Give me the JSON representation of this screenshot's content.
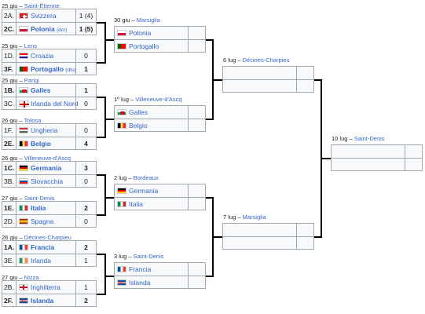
{
  "r16": [
    {
      "date": "25 giu",
      "venue": "Saint-Étienne",
      "teams": [
        {
          "seed": "2A.",
          "name": "Svizzera",
          "flag": "ch",
          "score": "1 (4)",
          "win": false,
          "note": ""
        },
        {
          "seed": "2C.",
          "name": "Polonia",
          "flag": "pl",
          "score": "1 (5)",
          "win": true,
          "note": "(dcr)"
        }
      ]
    },
    {
      "date": "25 giu",
      "venue": "Lens",
      "teams": [
        {
          "seed": "1D.",
          "name": "Croazia",
          "flag": "hr",
          "score": "0",
          "win": false,
          "note": ""
        },
        {
          "seed": "3F.",
          "name": "Portogallo",
          "flag": "pt",
          "score": "1",
          "win": true,
          "note": "(dts)"
        }
      ]
    },
    {
      "date": "25 giu",
      "venue": "Parigi",
      "teams": [
        {
          "seed": "1B.",
          "name": "Galles",
          "flag": "wls",
          "score": "1",
          "win": true,
          "note": ""
        },
        {
          "seed": "3C.",
          "name": "Irlanda del Nord",
          "flag": "nir",
          "score": "0",
          "win": false,
          "note": ""
        }
      ]
    },
    {
      "date": "26 giu",
      "venue": "Tolosa",
      "teams": [
        {
          "seed": "1F.",
          "name": "Ungheria",
          "flag": "hu",
          "score": "0",
          "win": false,
          "note": ""
        },
        {
          "seed": "2E.",
          "name": "Belgio",
          "flag": "be",
          "score": "4",
          "win": true,
          "note": ""
        }
      ]
    },
    {
      "date": "26 giu",
      "venue": "Villeneuve-d'Ascq",
      "teams": [
        {
          "seed": "1C.",
          "name": "Germania",
          "flag": "de",
          "score": "3",
          "win": true,
          "note": ""
        },
        {
          "seed": "3B.",
          "name": "Slovacchia",
          "flag": "sk",
          "score": "0",
          "win": false,
          "note": ""
        }
      ]
    },
    {
      "date": "27 giu",
      "venue": "Saint-Denis",
      "teams": [
        {
          "seed": "1E.",
          "name": "Italia",
          "flag": "it",
          "score": "2",
          "win": true,
          "note": ""
        },
        {
          "seed": "2D.",
          "name": "Spagna",
          "flag": "es",
          "score": "0",
          "win": false,
          "note": ""
        }
      ]
    },
    {
      "date": "26 giu",
      "venue": "Décines-Charpieu",
      "teams": [
        {
          "seed": "1A.",
          "name": "Francia",
          "flag": "fr",
          "score": "2",
          "win": true,
          "note": ""
        },
        {
          "seed": "3E.",
          "name": "Irlanda",
          "flag": "ie",
          "score": "1",
          "win": false,
          "note": ""
        }
      ]
    },
    {
      "date": "27 giu",
      "venue": "Nizza",
      "teams": [
        {
          "seed": "2B.",
          "name": "Inghilterra",
          "flag": "en",
          "score": "1",
          "win": false,
          "note": ""
        },
        {
          "seed": "2F.",
          "name": "Islanda",
          "flag": "is",
          "score": "2",
          "win": true,
          "note": ""
        }
      ]
    }
  ],
  "qf": [
    {
      "date": "30 giu",
      "venue": "Marsiglia",
      "teams": [
        {
          "name": "Polonia",
          "flag": "pl"
        },
        {
          "name": "Portogallo",
          "flag": "pt"
        }
      ]
    },
    {
      "date": "1º lug",
      "venue": "Villeneuve-d'Ascq",
      "teams": [
        {
          "name": "Galles",
          "flag": "wls"
        },
        {
          "name": "Belgio",
          "flag": "be"
        }
      ]
    },
    {
      "date": "2 lug",
      "venue": "Bordeaux",
      "teams": [
        {
          "name": "Germania",
          "flag": "de"
        },
        {
          "name": "Italia",
          "flag": "it"
        }
      ]
    },
    {
      "date": "3 lug",
      "venue": "Saint-Denis",
      "teams": [
        {
          "name": "Francia",
          "flag": "fr"
        },
        {
          "name": "Islanda",
          "flag": "is"
        }
      ]
    }
  ],
  "sf": [
    {
      "date": "6 lug",
      "venue": "Décines-Charpieu"
    },
    {
      "date": "7 lug",
      "venue": "Marsiglia"
    }
  ],
  "final": {
    "date": "10 lug",
    "venue": "Saint-Denis"
  }
}
